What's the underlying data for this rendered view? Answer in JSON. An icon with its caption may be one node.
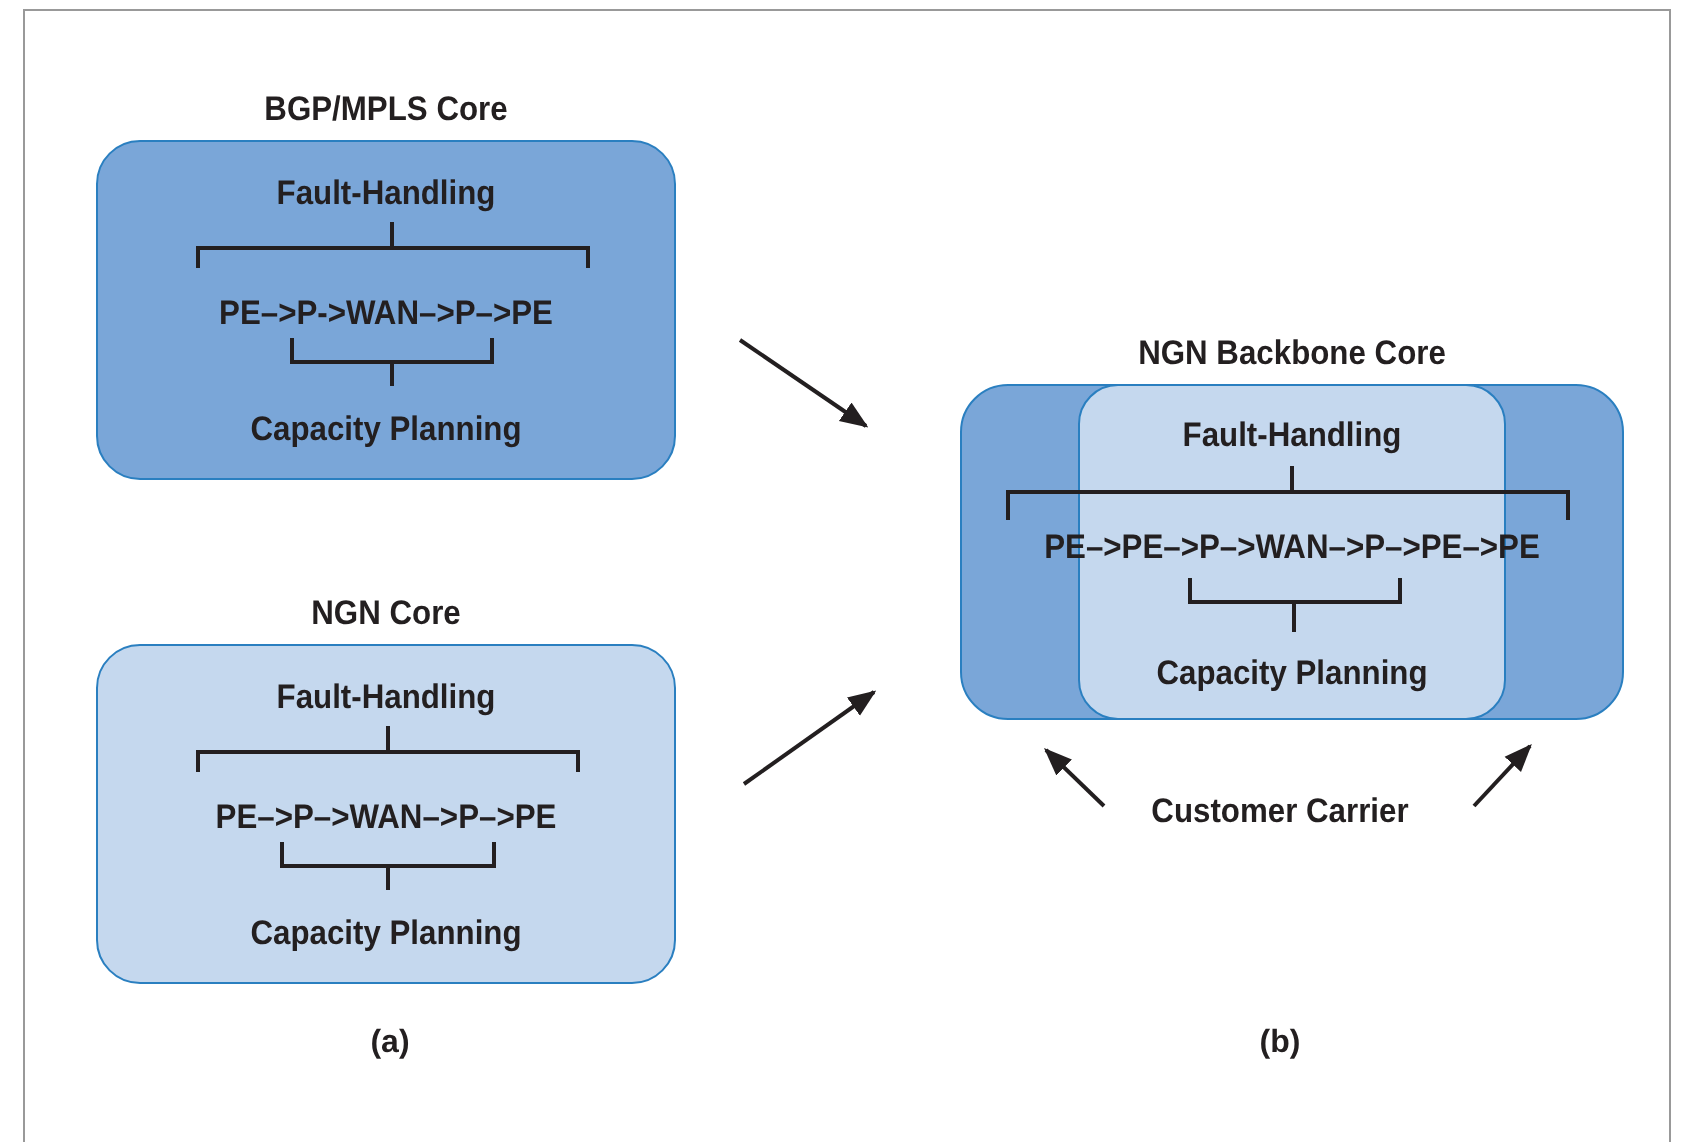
{
  "diagram": {
    "nodes": [
      {
        "text": [
          "BGP/MPLS Core",
          "Fault-Handling",
          "PE–>P->WAN–>P–>PE",
          "Capacity Planning"
        ]
      },
      {
        "text": [
          "NGN Core",
          "Fault-Handling",
          "PE–>P–>WAN–>P–>PE",
          "Capacity Planning"
        ]
      },
      {
        "text": [
          "NGN Backbone Core"
        ]
      },
      {
        "text": [
          "Fault-Handling",
          "PE–>PE–>P–>WAN–>P–>PE–>PE",
          "Capacity Planning"
        ],
        "in": 2
      },
      {
        "text": [
          "Customer Carrier"
        ]
      }
    ],
    "edges": [
      {
        "from": 0,
        "to": 2,
        "arrow": "to"
      },
      {
        "from": 1,
        "to": 2,
        "arrow": "to"
      },
      {
        "from": 4,
        "to": 2,
        "arrow": "to"
      },
      {
        "from": 4,
        "to": 2,
        "arrow": "to"
      }
    ],
    "labels": [
      "(a)",
      "(b)"
    ]
  }
}
